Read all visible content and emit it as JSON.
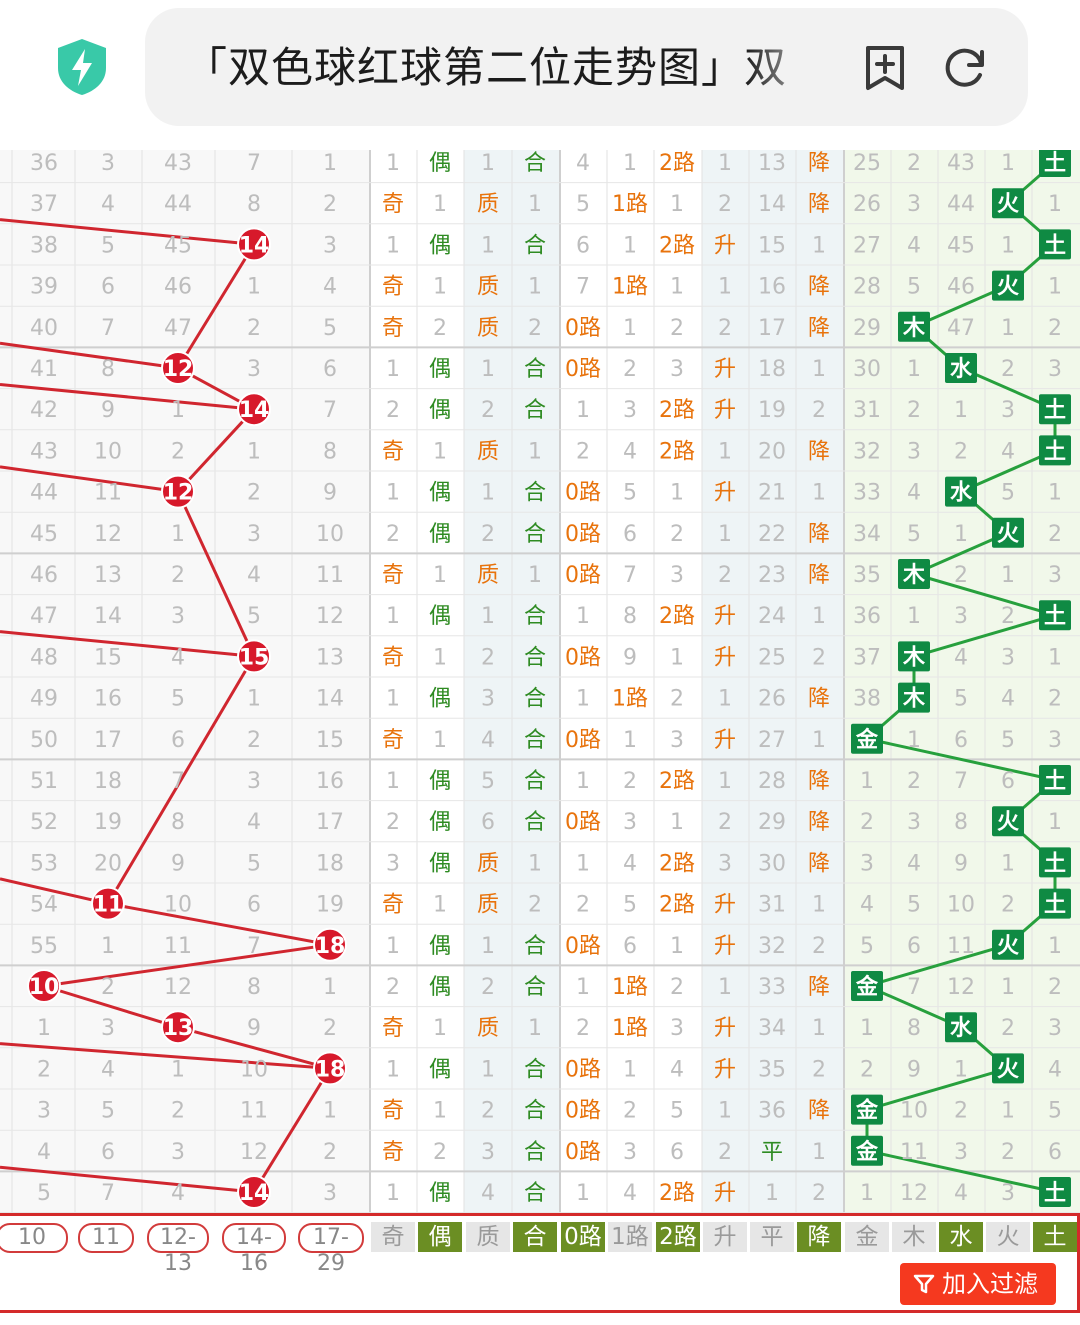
{
  "browser": {
    "title": "「双色球红球第二位走势图」双",
    "colors": {
      "shield": "#39c9a8",
      "addr_bg": "#f2f2f2",
      "icon": "#3a3a3a"
    },
    "icons": [
      "shield-bolt-icon",
      "bookmark-add-icon",
      "reload-icon"
    ]
  },
  "chart": {
    "colors": {
      "red_ball": "#d7192b",
      "red_line": "#d0262f",
      "wuxing_tag": "#0f8a43",
      "wuxing_line": "#27a03d",
      "orange": "#e8730c",
      "green_text": "#2e8b22",
      "dim": "#bdbdbd"
    },
    "rows": [
      {
        "a": "36",
        "b": "3",
        "c": "43",
        "d": "7",
        "e": "1",
        "pos": null,
        "oe": [
          "1",
          "偶"
        ],
        "pc": [
          "1",
          "合"
        ],
        "r": [
          "4",
          "1",
          "2路"
        ],
        "t": [
          "1",
          "13",
          "降"
        ],
        "wx": [
          "25",
          "2",
          "43",
          "1",
          "土"
        ]
      },
      {
        "a": "37",
        "b": "4",
        "c": "44",
        "d": "8",
        "e": "2",
        "pos": null,
        "oe": [
          "奇",
          "1"
        ],
        "pc": [
          "质",
          "1"
        ],
        "r": [
          "5",
          "1路",
          "1"
        ],
        "t": [
          "2",
          "14",
          "降"
        ],
        "wx": [
          "26",
          "3",
          "44",
          "火",
          "1"
        ]
      },
      {
        "a": "38",
        "b": "5",
        "c": "45",
        "d": "14",
        "e": "3",
        "pos": 3,
        "oe": [
          "1",
          "偶"
        ],
        "pc": [
          "1",
          "合"
        ],
        "r": [
          "6",
          "1",
          "2路"
        ],
        "t": [
          "升",
          "15",
          "1"
        ],
        "wx": [
          "27",
          "4",
          "45",
          "1",
          "土"
        ]
      },
      {
        "a": "39",
        "b": "6",
        "c": "46",
        "d": "1",
        "e": "4",
        "pos": null,
        "oe": [
          "奇",
          "1"
        ],
        "pc": [
          "质",
          "1"
        ],
        "r": [
          "7",
          "1路",
          "1"
        ],
        "t": [
          "1",
          "16",
          "降"
        ],
        "wx": [
          "28",
          "5",
          "46",
          "火",
          "1"
        ]
      },
      {
        "a": "40",
        "b": "7",
        "c": "47",
        "d": "2",
        "e": "5",
        "pos": null,
        "oe": [
          "奇",
          "2"
        ],
        "pc": [
          "质",
          "2"
        ],
        "r": [
          "0路",
          "1",
          "2"
        ],
        "t": [
          "2",
          "17",
          "降"
        ],
        "wx": [
          "29",
          "木",
          "47",
          "1",
          "2"
        ]
      },
      {
        "a": "41",
        "b": "8",
        "c": "12",
        "d": "3",
        "e": "6",
        "pos": 2,
        "oe": [
          "1",
          "偶"
        ],
        "pc": [
          "1",
          "合"
        ],
        "r": [
          "0路",
          "2",
          "3"
        ],
        "t": [
          "升",
          "18",
          "1"
        ],
        "wx": [
          "30",
          "1",
          "水",
          "2",
          "3"
        ]
      },
      {
        "a": "42",
        "b": "9",
        "c": "1",
        "d": "14",
        "e": "7",
        "pos": 3,
        "oe": [
          "2",
          "偶"
        ],
        "pc": [
          "2",
          "合"
        ],
        "r": [
          "1",
          "3",
          "2路"
        ],
        "t": [
          "升",
          "19",
          "2"
        ],
        "wx": [
          "31",
          "2",
          "1",
          "3",
          "土"
        ]
      },
      {
        "a": "43",
        "b": "10",
        "c": "2",
        "d": "1",
        "e": "8",
        "pos": null,
        "oe": [
          "奇",
          "1"
        ],
        "pc": [
          "质",
          "1"
        ],
        "r": [
          "2",
          "4",
          "2路"
        ],
        "t": [
          "1",
          "20",
          "降"
        ],
        "wx": [
          "32",
          "3",
          "2",
          "4",
          "土"
        ]
      },
      {
        "a": "44",
        "b": "11",
        "c": "12",
        "d": "2",
        "e": "9",
        "pos": 2,
        "oe": [
          "1",
          "偶"
        ],
        "pc": [
          "1",
          "合"
        ],
        "r": [
          "0路",
          "5",
          "1"
        ],
        "t": [
          "升",
          "21",
          "1"
        ],
        "wx": [
          "33",
          "4",
          "水",
          "5",
          "1"
        ]
      },
      {
        "a": "45",
        "b": "12",
        "c": "1",
        "d": "3",
        "e": "10",
        "pos": null,
        "oe": [
          "2",
          "偶"
        ],
        "pc": [
          "2",
          "合"
        ],
        "r": [
          "0路",
          "6",
          "2"
        ],
        "t": [
          "1",
          "22",
          "降"
        ],
        "wx": [
          "34",
          "5",
          "1",
          "火",
          "2"
        ]
      },
      {
        "a": "46",
        "b": "13",
        "c": "2",
        "d": "4",
        "e": "11",
        "pos": null,
        "oe": [
          "奇",
          "1"
        ],
        "pc": [
          "质",
          "1"
        ],
        "r": [
          "0路",
          "7",
          "3"
        ],
        "t": [
          "2",
          "23",
          "降"
        ],
        "wx": [
          "35",
          "木",
          "2",
          "1",
          "3"
        ]
      },
      {
        "a": "47",
        "b": "14",
        "c": "3",
        "d": "5",
        "e": "12",
        "pos": null,
        "oe": [
          "1",
          "偶"
        ],
        "pc": [
          "1",
          "合"
        ],
        "r": [
          "1",
          "8",
          "2路"
        ],
        "t": [
          "升",
          "24",
          "1"
        ],
        "wx": [
          "36",
          "1",
          "3",
          "2",
          "土"
        ]
      },
      {
        "a": "48",
        "b": "15",
        "c": "4",
        "d": "15",
        "e": "13",
        "pos": 3,
        "oe": [
          "奇",
          "1"
        ],
        "pc": [
          "2",
          "合"
        ],
        "r": [
          "0路",
          "9",
          "1"
        ],
        "t": [
          "升",
          "25",
          "2"
        ],
        "wx": [
          "37",
          "木",
          "4",
          "3",
          "1"
        ]
      },
      {
        "a": "49",
        "b": "16",
        "c": "5",
        "d": "1",
        "e": "14",
        "pos": null,
        "oe": [
          "1",
          "偶"
        ],
        "pc": [
          "3",
          "合"
        ],
        "r": [
          "1",
          "1路",
          "2"
        ],
        "t": [
          "1",
          "26",
          "降"
        ],
        "wx": [
          "38",
          "木",
          "5",
          "4",
          "2"
        ]
      },
      {
        "a": "50",
        "b": "17",
        "c": "6",
        "d": "2",
        "e": "15",
        "pos": null,
        "oe": [
          "奇",
          "1"
        ],
        "pc": [
          "4",
          "合"
        ],
        "r": [
          "0路",
          "1",
          "3"
        ],
        "t": [
          "升",
          "27",
          "1"
        ],
        "wx": [
          "金",
          "1",
          "6",
          "5",
          "3"
        ]
      },
      {
        "a": "51",
        "b": "18",
        "c": "7",
        "d": "3",
        "e": "16",
        "pos": null,
        "oe": [
          "1",
          "偶"
        ],
        "pc": [
          "5",
          "合"
        ],
        "r": [
          "1",
          "2",
          "2路"
        ],
        "t": [
          "1",
          "28",
          "降"
        ],
        "wx": [
          "1",
          "2",
          "7",
          "6",
          "土"
        ]
      },
      {
        "a": "52",
        "b": "19",
        "c": "8",
        "d": "4",
        "e": "17",
        "pos": null,
        "oe": [
          "2",
          "偶"
        ],
        "pc": [
          "6",
          "合"
        ],
        "r": [
          "0路",
          "3",
          "1"
        ],
        "t": [
          "2",
          "29",
          "降"
        ],
        "wx": [
          "2",
          "3",
          "8",
          "火",
          "1"
        ]
      },
      {
        "a": "53",
        "b": "20",
        "c": "9",
        "d": "5",
        "e": "18",
        "pos": null,
        "oe": [
          "3",
          "偶"
        ],
        "pc": [
          "质",
          "1"
        ],
        "r": [
          "1",
          "4",
          "2路"
        ],
        "t": [
          "3",
          "30",
          "降"
        ],
        "wx": [
          "3",
          "4",
          "9",
          "1",
          "土"
        ]
      },
      {
        "a": "54",
        "b": "11",
        "c": "10",
        "d": "6",
        "e": "19",
        "pos": 1,
        "oe": [
          "奇",
          "1"
        ],
        "pc": [
          "质",
          "2"
        ],
        "r": [
          "2",
          "5",
          "2路"
        ],
        "t": [
          "升",
          "31",
          "1"
        ],
        "wx": [
          "4",
          "5",
          "10",
          "2",
          "土"
        ]
      },
      {
        "a": "55",
        "b": "1",
        "c": "11",
        "d": "7",
        "e": "18",
        "pos": 4,
        "oe": [
          "1",
          "偶"
        ],
        "pc": [
          "1",
          "合"
        ],
        "r": [
          "0路",
          "6",
          "1"
        ],
        "t": [
          "升",
          "32",
          "2"
        ],
        "wx": [
          "5",
          "6",
          "11",
          "火",
          "1"
        ]
      },
      {
        "a": "10",
        "b": "2",
        "c": "12",
        "d": "8",
        "e": "1",
        "pos": 0,
        "oe": [
          "2",
          "偶"
        ],
        "pc": [
          "2",
          "合"
        ],
        "r": [
          "1",
          "1路",
          "2"
        ],
        "t": [
          "1",
          "33",
          "降"
        ],
        "wx": [
          "金",
          "7",
          "12",
          "1",
          "2"
        ]
      },
      {
        "a": "1",
        "b": "3",
        "c": "13",
        "d": "9",
        "e": "2",
        "pos": 2,
        "oe": [
          "奇",
          "1"
        ],
        "pc": [
          "质",
          "1"
        ],
        "r": [
          "2",
          "1路",
          "3"
        ],
        "t": [
          "升",
          "34",
          "1"
        ],
        "wx": [
          "1",
          "8",
          "水",
          "2",
          "3"
        ]
      },
      {
        "a": "2",
        "b": "4",
        "c": "1",
        "d": "10",
        "e": "18",
        "pos": 4,
        "oe": [
          "1",
          "偶"
        ],
        "pc": [
          "1",
          "合"
        ],
        "r": [
          "0路",
          "1",
          "4"
        ],
        "t": [
          "升",
          "35",
          "2"
        ],
        "wx": [
          "2",
          "9",
          "1",
          "火",
          "4"
        ]
      },
      {
        "a": "3",
        "b": "5",
        "c": "2",
        "d": "11",
        "e": "1",
        "pos": null,
        "oe": [
          "奇",
          "1"
        ],
        "pc": [
          "2",
          "合"
        ],
        "r": [
          "0路",
          "2",
          "5"
        ],
        "t": [
          "1",
          "36",
          "降"
        ],
        "wx": [
          "金",
          "10",
          "2",
          "1",
          "5"
        ]
      },
      {
        "a": "4",
        "b": "6",
        "c": "3",
        "d": "12",
        "e": "2",
        "pos": null,
        "oe": [
          "奇",
          "2"
        ],
        "pc": [
          "3",
          "合"
        ],
        "r": [
          "0路",
          "3",
          "6"
        ],
        "t": [
          "2",
          "平",
          "1"
        ],
        "wx": [
          "金",
          "11",
          "3",
          "2",
          "6"
        ]
      },
      {
        "a": "5",
        "b": "7",
        "c": "4",
        "d": "14",
        "e": "3",
        "pos": 3,
        "oe": [
          "1",
          "偶"
        ],
        "pc": [
          "4",
          "合"
        ],
        "r": [
          "1",
          "4",
          "2路"
        ],
        "t": [
          "升",
          "1",
          "2"
        ],
        "wx": [
          "1",
          "12",
          "4",
          "3",
          "土"
        ]
      }
    ]
  },
  "filters": {
    "ranges": [
      "10",
      "11",
      "12-13",
      "14-16",
      "17-29"
    ],
    "buttons": [
      {
        "label": "奇",
        "on": false
      },
      {
        "label": "偶",
        "on": true
      },
      {
        "label": "质",
        "on": false
      },
      {
        "label": "合",
        "on": true
      },
      {
        "label": "0路",
        "on": true
      },
      {
        "label": "1路",
        "on": false
      },
      {
        "label": "2路",
        "on": true
      },
      {
        "label": "升",
        "on": false
      },
      {
        "label": "平",
        "on": false
      },
      {
        "label": "降",
        "on": true
      },
      {
        "label": "金",
        "on": false
      },
      {
        "label": "木",
        "on": false
      },
      {
        "label": "水",
        "on": true
      },
      {
        "label": "火",
        "on": false
      },
      {
        "label": "土",
        "on": true
      }
    ],
    "join_button": "加入过滤"
  }
}
